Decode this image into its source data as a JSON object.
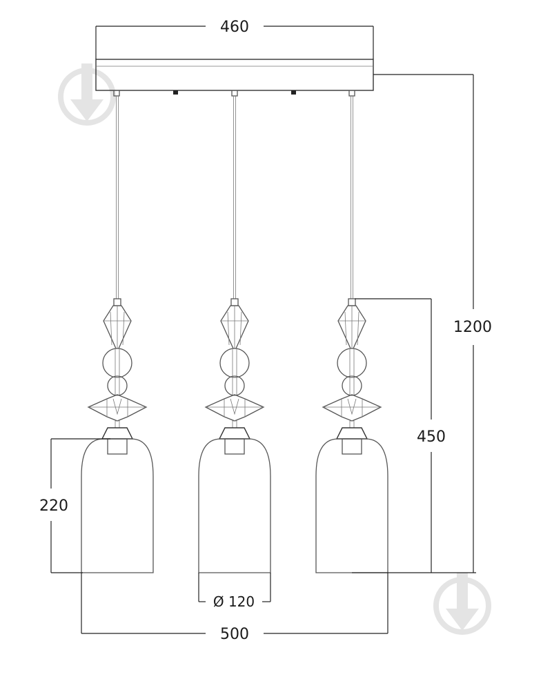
{
  "dimensions": {
    "canopy_width": "460",
    "total_height": "1200",
    "pendant_height": "450",
    "shade_height": "220",
    "shade_diameter": "Ø 120",
    "total_width": "500"
  },
  "watermark_icons": [
    "download-badge-icon",
    "download-badge-icon"
  ]
}
